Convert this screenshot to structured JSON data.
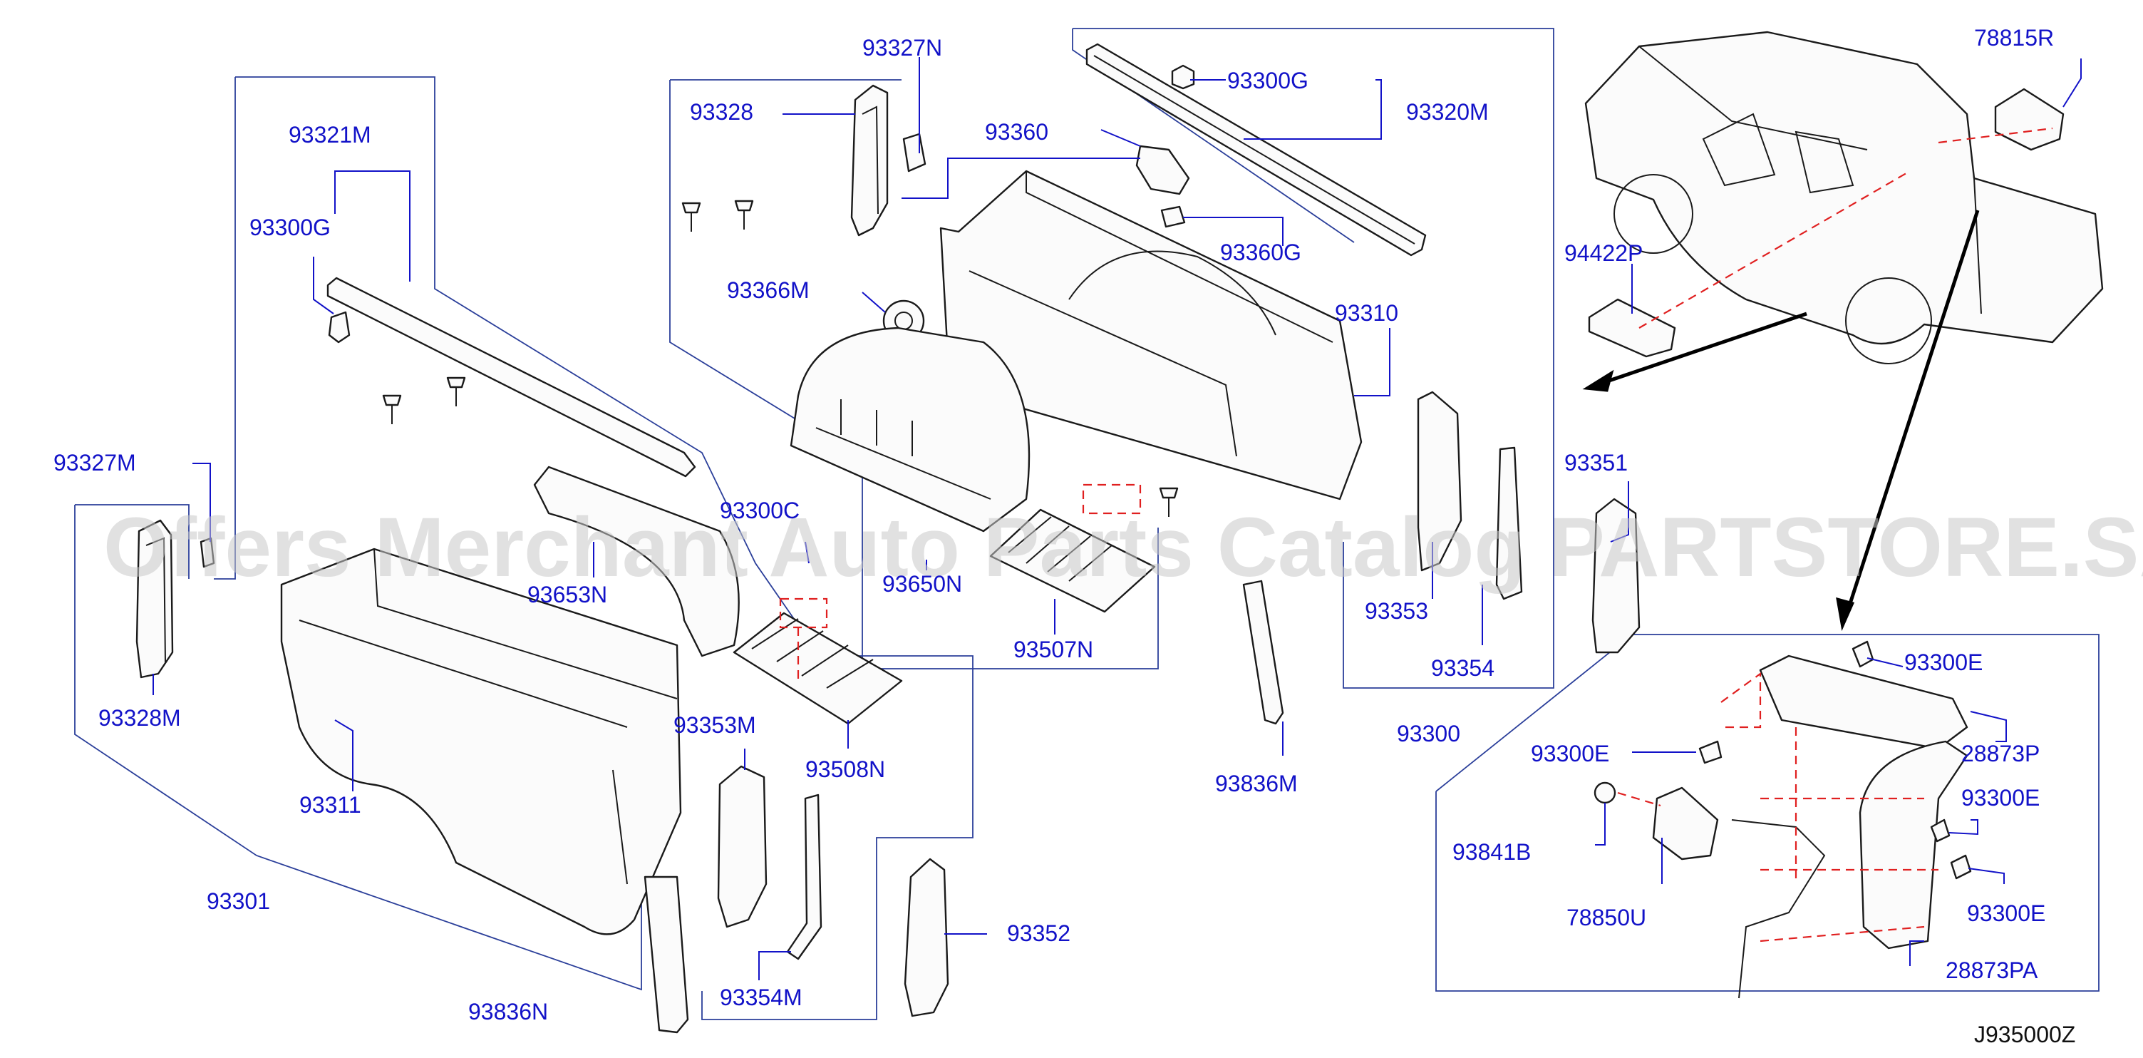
{
  "watermark": "Offers Merchant Auto Parts Catalog PARTSTORE.SA",
  "diagram_id": "J935000Z",
  "labels": {
    "l93327N": "93327N",
    "l93328": "93328",
    "l93360": "93360",
    "l93300G_top": "93300G",
    "l93320M": "93320M",
    "l78815R": "78815R",
    "l93321M": "93321M",
    "l93300G_left": "93300G",
    "l93360G": "93360G",
    "l94422P": "94422P",
    "l93366M": "93366M",
    "l93310": "93310",
    "l93327M": "93327M",
    "l93351": "93351",
    "l93300C": "93300C",
    "l93650N": "93650N",
    "l93653N": "93653N",
    "l93353": "93353",
    "l93507N": "93507N",
    "l93354": "93354",
    "l93328M": "93328M",
    "l93300": "93300",
    "l93353M": "93353M",
    "l93300E_a": "93300E",
    "l93300E_b": "93300E",
    "l28873P": "28873P",
    "l93508N": "93508N",
    "l93311": "93311",
    "l93836M": "93836M",
    "l93300E_c": "93300E",
    "l93841B": "93841B",
    "l93301": "93301",
    "l93300E_d": "93300E",
    "l78850U": "78850U",
    "l93352": "93352",
    "l28873PA": "28873PA",
    "l93354M": "93354M",
    "l93836N": "93836N"
  }
}
